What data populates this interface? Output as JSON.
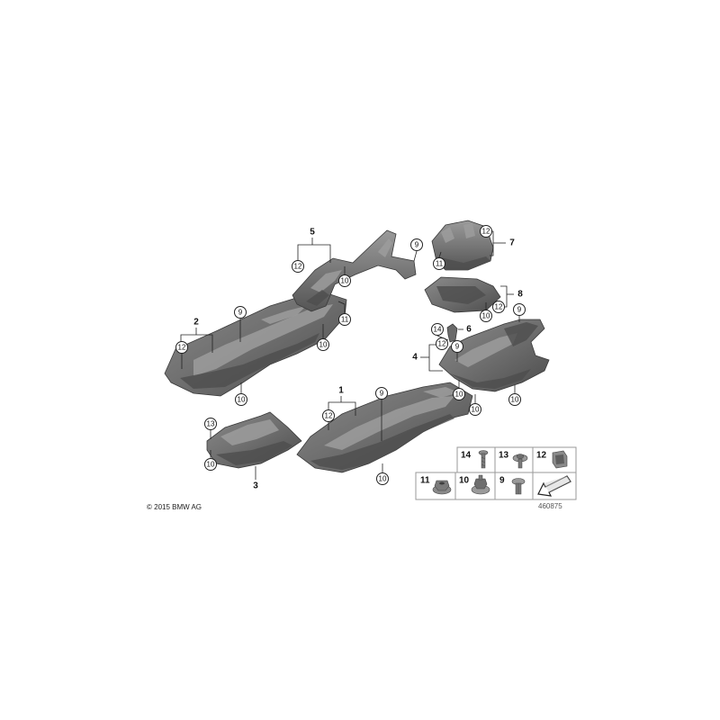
{
  "copyright": "© 2015 BMW AG",
  "diagram_number": "460875",
  "parts": {
    "p1": "1",
    "p2": "2",
    "p3": "3",
    "p4": "4",
    "p5": "5",
    "p6": "6",
    "p7": "7",
    "p8": "8"
  },
  "callouts": [
    "9",
    "12",
    "10",
    "12",
    "10",
    "9",
    "11",
    "10",
    "11",
    "12",
    "12",
    "10",
    "9",
    "14",
    "12",
    "9",
    "10",
    "10",
    "10",
    "12",
    "9",
    "10",
    "13",
    "10"
  ],
  "legend": {
    "items": [
      "14",
      "13",
      "12",
      "11",
      "10",
      "9"
    ]
  },
  "colors": {
    "part_fill": "#707070",
    "part_stroke": "#3a3a3a",
    "background": "#ffffff"
  }
}
